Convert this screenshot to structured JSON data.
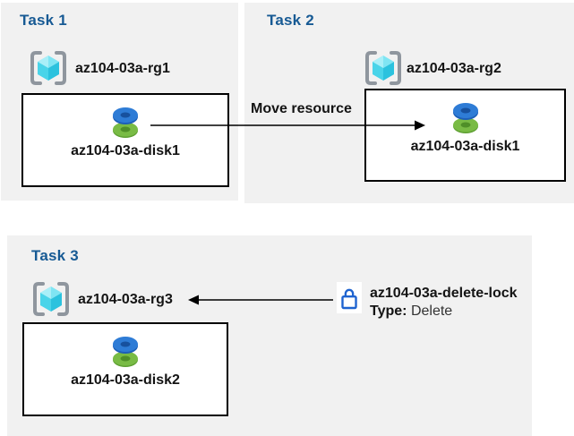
{
  "diagram": {
    "tasks": [
      {
        "title": "Task 1",
        "resource_group": "az104-03a-rg1",
        "resource": "az104-03a-disk1"
      },
      {
        "title": "Task 2",
        "resource_group": "az104-03a-rg2",
        "resource": "az104-03a-disk1"
      },
      {
        "title": "Task 3",
        "resource_group": "az104-03a-rg3",
        "resource": "az104-03a-disk2"
      }
    ],
    "annotations": {
      "move_arrow_label": "Move resource",
      "lock": {
        "name": "az104-03a-delete-lock",
        "type_label": "Type:",
        "type_value": "Delete"
      }
    },
    "icons": {
      "resource_group": "resource-group-icon",
      "disk": "disk-icon",
      "lock": "lock-icon"
    },
    "colors": {
      "panel_bg": "#f1f1f1",
      "title_blue": "#175a94",
      "text": "#141414",
      "box_border": "#000000",
      "arrow": "#000000",
      "lock_blue": "#1e63d0",
      "bracket_gray": "#8f969e",
      "cube_light": "#a9eff8",
      "cube_mid": "#7fe5f3",
      "cube_left": "#49d4e9",
      "cube_right": "#2bc2de",
      "disk_blue": "#2e7cd6",
      "disk_blue_dark": "#17519e",
      "disk_green": "#79bb45",
      "disk_green_dark": "#4f8f28"
    }
  }
}
